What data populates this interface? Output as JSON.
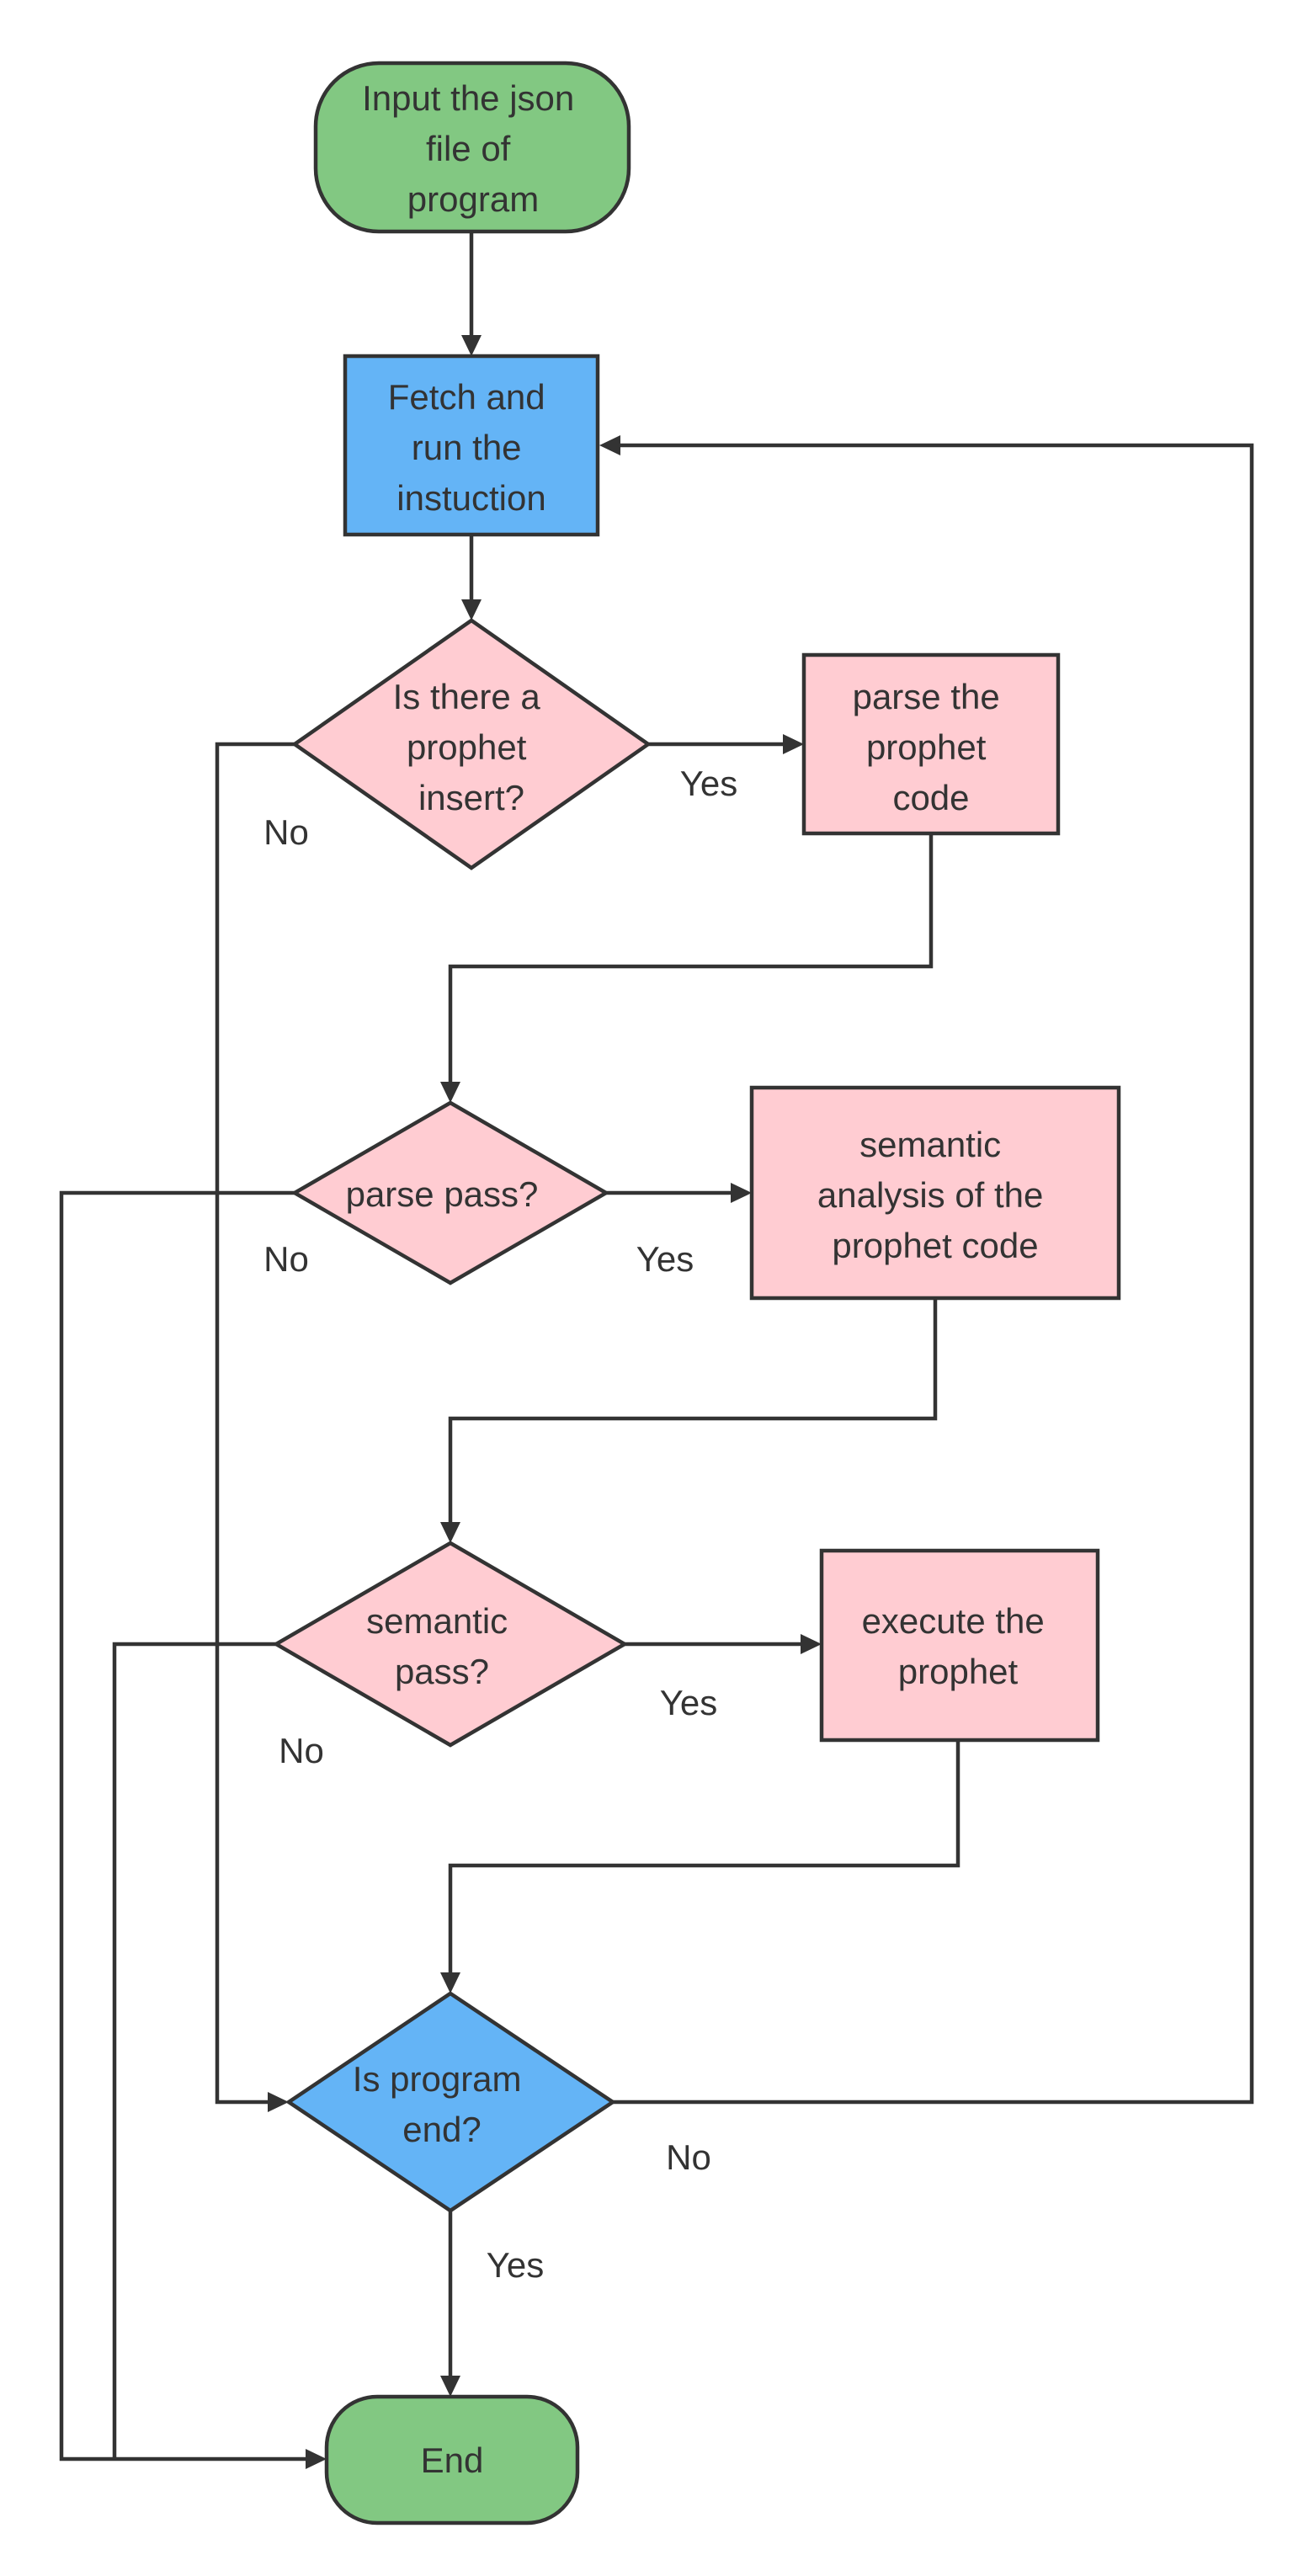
{
  "colors": {
    "terminal": "#82c882",
    "process_blue": "#64b4f6",
    "process_pink": "#ffccd2",
    "decision_blue": "#64b4f6",
    "stroke": "#333333"
  },
  "nodes": {
    "start": {
      "lines": [
        "Input the json",
        "file of",
        "program"
      ]
    },
    "fetch": {
      "lines": [
        "Fetch and",
        "run the",
        "instuction"
      ]
    },
    "q_insert": {
      "lines": [
        "Is there a",
        "prophet",
        "insert?"
      ]
    },
    "parse": {
      "lines": [
        "parse the",
        "prophet",
        "code"
      ]
    },
    "q_parse": {
      "lines": [
        "parse pass?"
      ]
    },
    "semantic": {
      "lines": [
        "semantic",
        "analysis of the",
        "prophet code"
      ]
    },
    "q_semantic": {
      "lines": [
        "semantic",
        "pass?"
      ]
    },
    "execute": {
      "lines": [
        "execute the",
        "prophet"
      ]
    },
    "q_end": {
      "lines": [
        "Is program",
        "end?"
      ]
    },
    "end": {
      "lines": [
        "End"
      ]
    }
  },
  "labels": {
    "insert_yes": "Yes",
    "insert_no": "No",
    "parse_yes": "Yes",
    "parse_no": "No",
    "semantic_yes": "Yes",
    "semantic_no": "No",
    "end_no": "No",
    "end_yes": "Yes"
  }
}
